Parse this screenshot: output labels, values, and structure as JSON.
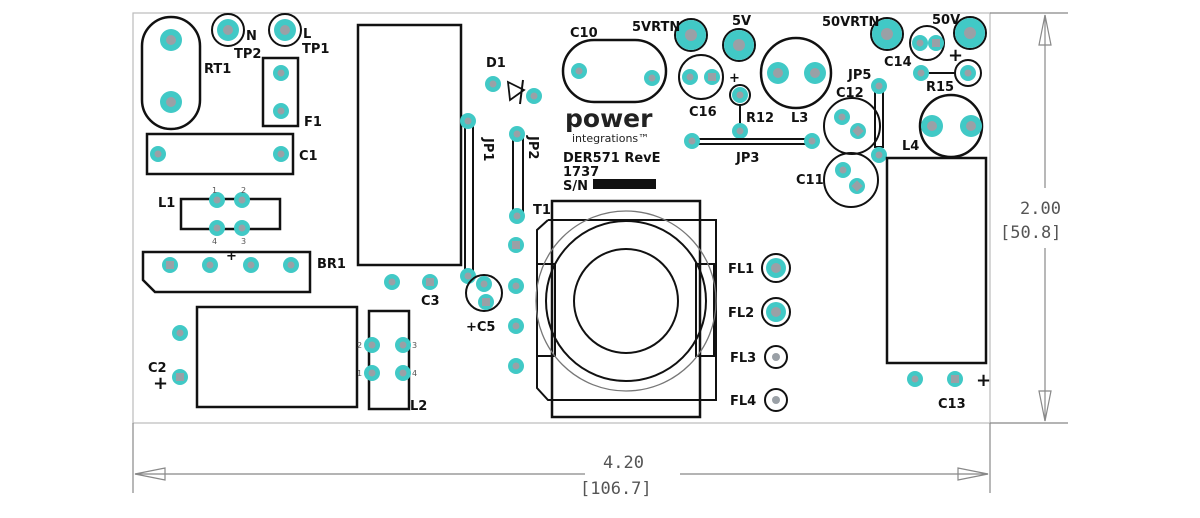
{
  "logo": {
    "line1": "power",
    "line2": "integrations™"
  },
  "board": {
    "model": "DER571 RevE",
    "date": "1737",
    "serial": "S/N"
  },
  "dimensions": {
    "width_in": "4.20",
    "width_mm": "[106.7]",
    "height_in": "2.00",
    "height_mm": "[50.8]"
  },
  "labels": {
    "N": "N",
    "TP2": "TP2",
    "L": "L",
    "TP1": "TP1",
    "RT1": "RT1",
    "F1": "F1",
    "C1": "C1",
    "L1": "L1",
    "BR1": "BR1",
    "C2": "C2",
    "L2": "L2",
    "C3": "C3",
    "C5": "+C5",
    "JP1": "JP1",
    "JP2": "JP2",
    "D1": "D1",
    "C10": "C10",
    "T1": "T1",
    "5VRTN": "5VRTN",
    "5V": "5V",
    "C16": "C16",
    "R12": "R12",
    "L3": "L3",
    "JP3": "JP3",
    "50VRTN": "50VRTN",
    "50V": "50V",
    "C14": "C14",
    "JP5": "JP5",
    "R15": "R15",
    "C12": "C12",
    "L4": "L4",
    "C11": "C11",
    "FL1": "FL1",
    "FL2": "FL2",
    "FL3": "FL3",
    "FL4": "FL4",
    "C13": "C13",
    "plus": "+",
    "pin1": "1",
    "pin2": "2",
    "pin3": "3",
    "pin4": "4"
  },
  "colors": {
    "pad": "#41c9c6",
    "pad_center": "#9aa0a6",
    "outline": "#111111",
    "dim": "#888888"
  }
}
